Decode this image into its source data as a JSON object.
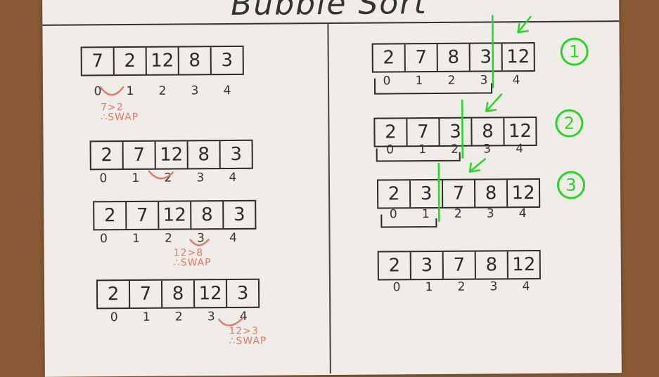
{
  "title": "Bubble Sort",
  "left": {
    "rows": [
      {
        "values": [
          "7",
          "2",
          "12",
          "8",
          "3"
        ],
        "indices": [
          "0",
          "1",
          "2",
          "3",
          "4"
        ],
        "note": [
          "7>2",
          "∴SWAP"
        ]
      },
      {
        "values": [
          "2",
          "7",
          "12",
          "8",
          "3"
        ],
        "indices": [
          "0",
          "1",
          "2",
          "3",
          "4"
        ],
        "note": []
      },
      {
        "values": [
          "2",
          "7",
          "12",
          "8",
          "3"
        ],
        "indices": [
          "0",
          "1",
          "2",
          "3",
          "4"
        ],
        "note": [
          "12>8",
          "∴SWAP"
        ]
      },
      {
        "values": [
          "2",
          "7",
          "8",
          "12",
          "3"
        ],
        "indices": [
          "0",
          "1",
          "2",
          "3",
          "4"
        ],
        "note": [
          "12>3",
          "∴SWAP"
        ]
      }
    ]
  },
  "right": {
    "rows": [
      {
        "values": [
          "2",
          "7",
          "8",
          "3",
          "12"
        ],
        "indices": [
          "0",
          "1",
          "2",
          "3",
          "4"
        ],
        "step": "1"
      },
      {
        "values": [
          "2",
          "7",
          "3",
          "8",
          "12"
        ],
        "indices": [
          "0",
          "1",
          "2",
          "3",
          "4"
        ],
        "step": "2"
      },
      {
        "values": [
          "2",
          "3",
          "7",
          "8",
          "12"
        ],
        "indices": [
          "0",
          "1",
          "2",
          "3",
          "4"
        ],
        "step": "3"
      },
      {
        "values": [
          "2",
          "3",
          "7",
          "8",
          "12"
        ],
        "indices": [
          "0",
          "1",
          "2",
          "3",
          "4"
        ],
        "step": ""
      }
    ]
  },
  "colors": {
    "annotation": "#e07a6a",
    "marker": "#27d627",
    "ink": "#2b2b2b",
    "paper": "#f0ece7",
    "background": "#8a5a36"
  }
}
